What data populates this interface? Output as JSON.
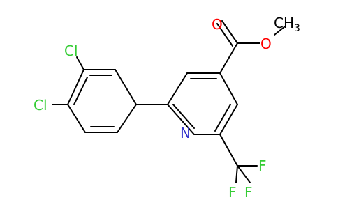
{
  "atoms": {
    "cl1": {
      "symbol": "Cl",
      "color": "#33cc33"
    },
    "cl2": {
      "symbol": "Cl",
      "color": "#33cc33"
    },
    "n": {
      "symbol": "N",
      "color": "#3333cc"
    },
    "o_carbonyl": {
      "symbol": "O",
      "color": "#ff0000"
    },
    "o_ester": {
      "symbol": "O",
      "color": "#ff0000"
    },
    "ch3": {
      "symbol": "CH",
      "subscript": "3",
      "color": "#000000"
    },
    "f1": {
      "symbol": "F",
      "color": "#33cc33"
    },
    "f2": {
      "symbol": "F",
      "color": "#33cc33"
    },
    "f3": {
      "symbol": "F",
      "color": "#33cc33"
    }
  },
  "bond_color": "#000000"
}
